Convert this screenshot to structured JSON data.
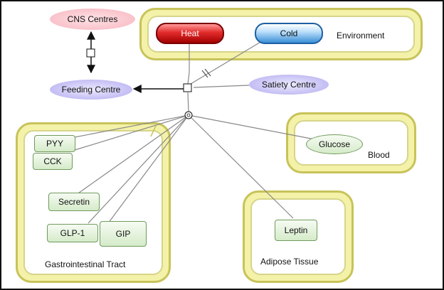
{
  "compartments": {
    "environment": "Environment",
    "blood": "Blood",
    "adipose": "Adipose Tissue",
    "gi": "Gastrointestinal Tract"
  },
  "nodes": {
    "cns": "CNS Centres",
    "feeding": "Feeding Centre",
    "satiety": "Satiety Centre",
    "heat": "Heat",
    "cold": "Cold",
    "glucose": "Glucose",
    "leptin": "Leptin",
    "pyy": "PYY",
    "cck": "CCK",
    "secretin": "Secretin",
    "glp1": "GLP-1",
    "gip": "GIP"
  },
  "colors": {
    "compartment_fill": "#f4f1a8",
    "compartment_border": "#c7c35a",
    "heat": "#e22b2b",
    "cold": "#3b8fd6",
    "cns": "#f9c2ca",
    "centre": "#c6c1f4",
    "hormone": "#d5ebc9"
  }
}
